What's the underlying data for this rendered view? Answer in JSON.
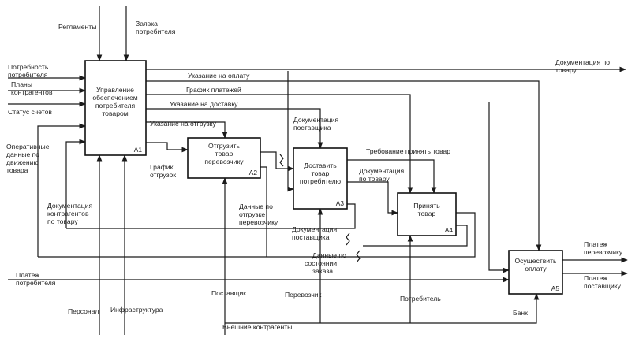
{
  "colors": {
    "line": "#1a1a1a",
    "box_border": "#111111",
    "text": "#222222",
    "background": "#ffffff"
  },
  "blocks": [
    {
      "id": "A1",
      "lines": [
        "Управление",
        "обеспечением",
        "потребителя",
        "товаром"
      ]
    },
    {
      "id": "A2",
      "lines": [
        "Отгрузить",
        "товар",
        "перевозчику"
      ]
    },
    {
      "id": "A3",
      "lines": [
        "Доставить",
        "товар",
        "потребителю"
      ]
    },
    {
      "id": "A4",
      "lines": [
        "Принять",
        "товар"
      ]
    },
    {
      "id": "A5",
      "lines": [
        "Осуществить",
        "оплату"
      ]
    }
  ],
  "labels": {
    "reglamenty": [
      "Регламенты"
    ],
    "zayavka": [
      "Заявка",
      "потребителя"
    ],
    "potrebnost": [
      "Потребность",
      "потребителя"
    ],
    "plany": [
      "Планы",
      "контрагентов"
    ],
    "status": [
      "Статус счетов"
    ],
    "operativnye": [
      "Оперативные",
      "данные по",
      "движению",
      "товара"
    ],
    "dokumentatsiya_po_tovaru_out": [
      "Документация по",
      "товару"
    ],
    "ukazanie_oplata": [
      "Указание на оплату"
    ],
    "grafik_platezhei": [
      "График платежей"
    ],
    "ukazanie_dostavka": [
      "Указание на доставку"
    ],
    "ukazanie_otgruzka": [
      "Указание на отгрузку"
    ],
    "dok_postavshchika_top": [
      "Документация",
      "поставщика"
    ],
    "trebovanie": [
      "Требование принять товар"
    ],
    "dok_po_tovaru_mid": [
      "Документация",
      "по товару"
    ],
    "grafik_otgruzok": [
      "График",
      "отгрузок"
    ],
    "dok_kontragentov": [
      "Документация",
      "контрагентов",
      "по товару"
    ],
    "dannye_otgruzka": [
      "Данные по",
      "отгрузке",
      "перевозчику"
    ],
    "dok_postavshchika_bot": [
      "Документация",
      "поставщика"
    ],
    "dannye_zakaz": [
      "Данные по",
      "состоянии",
      "заказа"
    ],
    "platezh_perevozchiku": [
      "Платеж",
      "перевозчику"
    ],
    "platezh_postavshchiku": [
      "Платеж",
      "поставщику"
    ],
    "platezh_potrebitelya": [
      "Платеж",
      "потребителя"
    ],
    "postavshchik": [
      "Поставщик"
    ],
    "perevozchik": [
      "Перевозчик"
    ],
    "potrebitel": [
      "Потребитель"
    ],
    "bank": [
      "Банк"
    ],
    "personal": [
      "Персонал"
    ],
    "infrastruktura": [
      "Инфраструктура"
    ],
    "vneshnie": [
      "Внешние контрагенты"
    ]
  }
}
